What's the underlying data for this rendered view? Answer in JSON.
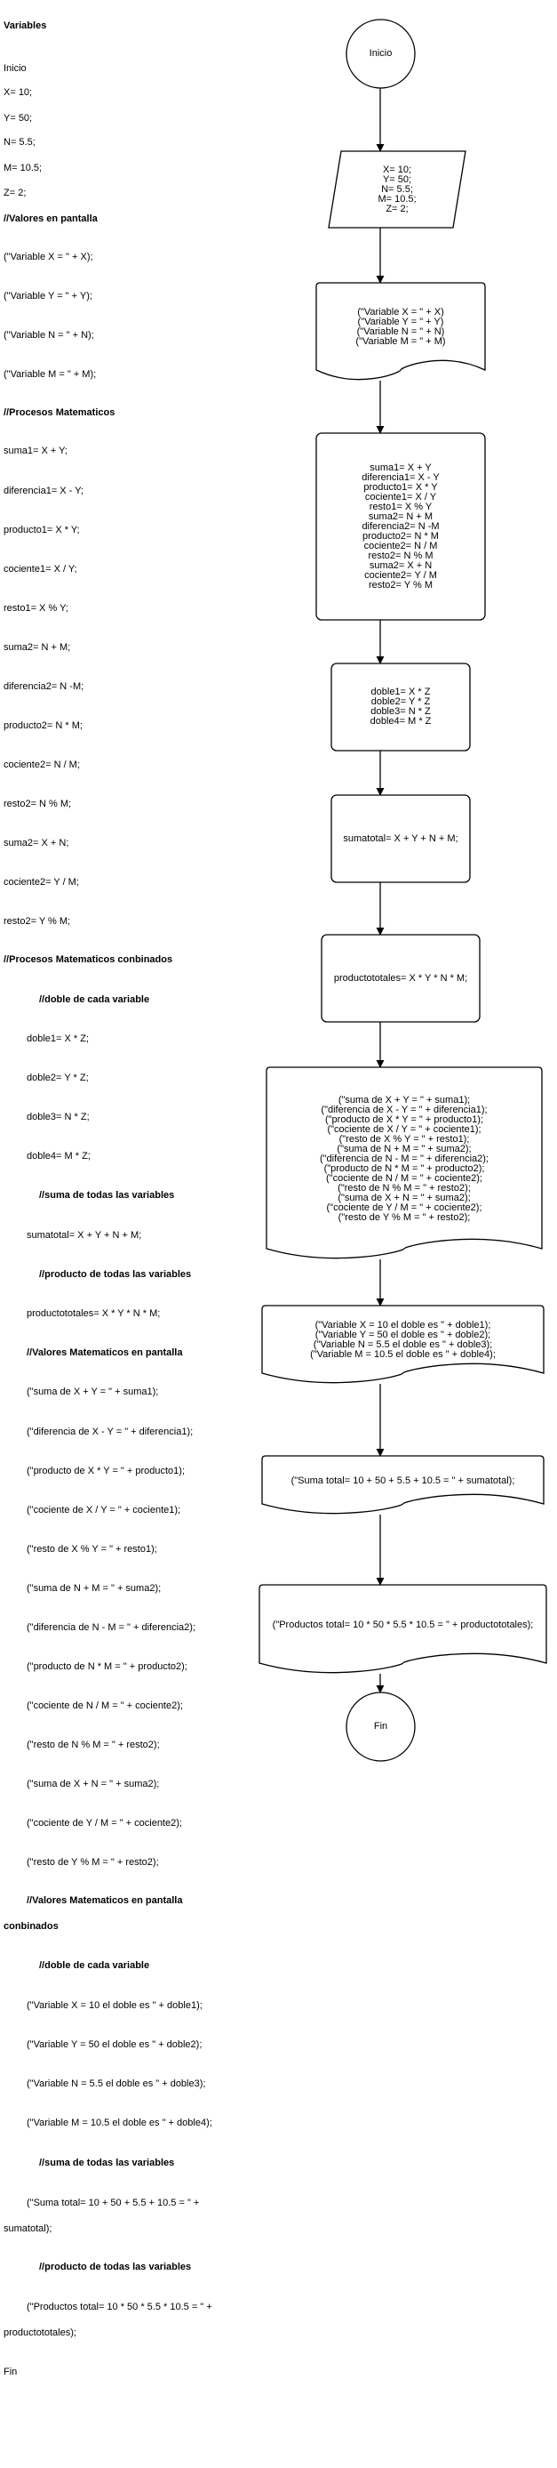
{
  "left_lines": [
    {
      "text": "Variables",
      "bold": true
    },
    {
      "text": "Inicio"
    },
    {
      "text": "X= 10;"
    },
    {
      "text": "Y= 50;"
    },
    {
      "text": "N= 5.5;"
    },
    {
      "text": "M= 10.5;"
    },
    {
      "text": "Z= 2;"
    },
    {
      "text": "//Valores en pantalla",
      "bold": true
    },
    {
      "text": "(\"Variable X = \" + X);"
    },
    {
      "text": "(\"Variable Y = \" + Y);"
    },
    {
      "text": "(\"Variable N = \" + N);"
    },
    {
      "text": "(\"Variable M = \" + M);"
    },
    {
      "text": "//Procesos Matematicos",
      "bold": true
    },
    {
      "text": "suma1= X + Y;"
    },
    {
      "text": "diferencia1= X - Y;"
    },
    {
      "text": "producto1= X * Y;"
    },
    {
      "text": "cociente1= X / Y;"
    },
    {
      "text": "resto1= X % Y;"
    },
    {
      "text": "suma2= N + M;"
    },
    {
      "text": "diferencia2= N -M;"
    },
    {
      "text": "producto2= N * M;"
    },
    {
      "text": "cociente2= N / M;"
    },
    {
      "text": "resto2= N % M;"
    },
    {
      "text": "suma2= X + N;"
    },
    {
      "text": "cociente2= Y / M;"
    },
    {
      "text": "resto2= Y % M;"
    },
    {
      "text": "//Procesos Matematicos conbinados",
      "bold": true
    },
    {
      "text": "//doble de cada variable",
      "bold": true
    },
    {
      "text": "doble1= X * Z;"
    },
    {
      "text": "doble2= Y * Z;"
    },
    {
      "text": "doble3= N * Z;"
    },
    {
      "text": "doble4= M * Z;"
    },
    {
      "text": "//suma de todas las variables",
      "bold": true
    },
    {
      "text": "sumatotal= X + Y + N + M;"
    },
    {
      "text": "//producto de todas las variables",
      "bold": true
    },
    {
      "text": "productototales= X * Y * N * M;"
    },
    {
      "text": "//Valores Matematicos en pantalla",
      "bold": true
    },
    {
      "text": "(\"suma de X + Y = \" + suma1);"
    },
    {
      "text": "(\"diferencia de X - Y = \" + diferencia1);"
    },
    {
      "text": "(\"producto de X * Y = \" + producto1);"
    },
    {
      "text": "(\"cociente de X / Y = \" + cociente1);"
    },
    {
      "text": "(\"resto de X % Y = \" + resto1);"
    },
    {
      "text": "(\"suma de N + M = \" + suma2);"
    },
    {
      "text": "(\"diferencia de N - M = \" + diferencia2);"
    },
    {
      "text": "(\"producto de N * M = \" + producto2);"
    },
    {
      "text": "(\"cociente de N / M = \" + cociente2);"
    },
    {
      "text": "(\"resto de N % M = \" + resto2);"
    },
    {
      "text": "(\"suma de X + N = \" + suma2);"
    },
    {
      "text": "(\"cociente de Y / M = \" + cociente2);"
    },
    {
      "text": "(\"resto de Y % M = \" + resto2);"
    },
    {
      "text": "//Valores Matematicos en pantalla",
      "bold": true
    },
    {
      "text": "conbinados",
      "bold": true
    },
    {
      "text": "//doble de cada variable",
      "bold": true
    },
    {
      "text": "(\"Variable X = 10 el doble es \" + doble1);"
    },
    {
      "text": "(\"Variable Y = 50 el doble es \" + doble2);"
    },
    {
      "text": "(\"Variable N = 5.5 el doble es \" + doble3);"
    },
    {
      "text": "(\"Variable M = 10.5 el doble es \" + doble4);"
    },
    {
      "text": "//suma de todas las variables",
      "bold": true
    },
    {
      "text": "(\"Suma total= 10 + 50 + 5.5 + 10.5 = \" +"
    },
    {
      "text": "sumatotal);"
    },
    {
      "text": "//producto de todas las variables",
      "bold": true
    },
    {
      "text": "(\"Productos total= 10 * 50 * 5.5 * 10.5 = \" +"
    },
    {
      "text": "productototales);"
    },
    {
      "text": "Fin"
    }
  ],
  "flow_nodes": [
    {
      "shape": "terminal",
      "lines": [
        "Inicio"
      ]
    },
    {
      "shape": "data",
      "lines": [
        "X= 10;",
        "Y= 50;",
        "N= 5.5;",
        "M= 10.5;",
        "Z= 2;"
      ]
    },
    {
      "shape": "document",
      "lines": [
        "(\"Variable X = \" + X)",
        "(\"Variable Y = \" + Y)",
        "(\"Variable N = \" + N)",
        "(\"Variable M = \" + M)"
      ]
    },
    {
      "shape": "process",
      "lines": [
        "suma1= X + Y",
        "diferencia1= X - Y",
        "producto1= X * Y",
        "cociente1= X / Y",
        "resto1= X % Y",
        "suma2= N + M",
        "diferencia2= N -M",
        "producto2= N * M",
        "cociente2= N / M",
        "resto2= N % M",
        "suma2= X + N",
        "cociente2= Y / M",
        "resto2= Y % M"
      ]
    },
    {
      "shape": "process",
      "lines": [
        "doble1= X * Z",
        "doble2= Y * Z",
        "doble3= N * Z",
        "doble4= M * Z"
      ]
    },
    {
      "shape": "process",
      "lines": [
        "sumatotal= X + Y + N + M;"
      ]
    },
    {
      "shape": "process",
      "lines": [
        "productototales= X * Y * N * M;"
      ]
    },
    {
      "shape": "document",
      "lines": [
        "(\"suma de X + Y = \" + suma1);",
        "(\"diferencia de X - Y = \" + diferencia1);",
        "(\"producto de X * Y = \" + producto1);",
        "(\"cociente de X / Y = \" + cociente1);",
        "(\"resto de X % Y = \" + resto1);",
        "(\"suma de N + M = \" + suma2);",
        "(\"diferencia de N - M = \" + diferencia2);",
        "(\"producto de N * M = \" + producto2);",
        "(\"cociente de N / M = \" + cociente2);",
        "(\"resto de N % M = \" + resto2);",
        "(\"suma de X + N = \" + suma2);",
        "(\"cociente de Y / M = \" + cociente2);",
        "(\"resto de Y % M = \" + resto2);"
      ]
    },
    {
      "shape": "document",
      "lines": [
        "(\"Variable X = 10 el doble es \" + doble1);",
        "(\"Variable Y = 50 el doble es \" + doble2);",
        "(\"Variable N = 5.5 el doble es \" + doble3);",
        "(\"Variable M = 10.5 el doble es \" + doble4);"
      ]
    },
    {
      "shape": "document",
      "lines": [
        "(\"Suma total= 10 + 50 + 5.5 + 10.5 = \" + sumatotal);"
      ]
    },
    {
      "shape": "document",
      "lines": [
        "(\"Productos total= 10 * 50 * 5.5 * 10.5 = \" + productototales);"
      ]
    },
    {
      "shape": "terminal",
      "lines": [
        "Fin"
      ]
    }
  ]
}
